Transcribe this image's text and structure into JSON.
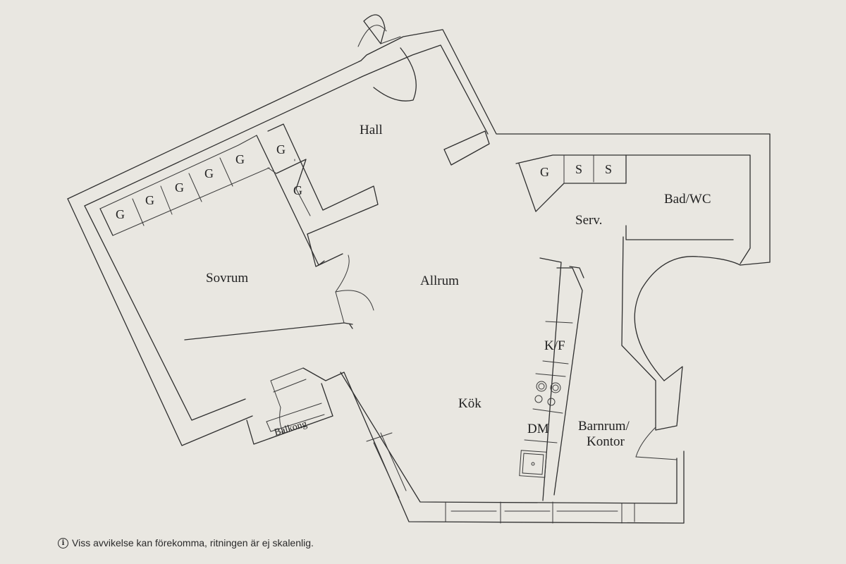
{
  "rooms": {
    "hall": "Hall",
    "sovrum": "Sovrum",
    "allrum": "Allrum",
    "kok": "Kök",
    "serv": "Serv.",
    "bad_wc": "Bad/WC",
    "barnrum_line1": "Barnrum/",
    "barnrum_line2": "Kontor",
    "balkong": "Balkong"
  },
  "fixtures": {
    "garderob": "G",
    "skap": "S",
    "kyl_frys": "K/F",
    "diskmaskin": "DM"
  },
  "disclaimer": {
    "icon": "info-icon",
    "text": "Viss avvikelse kan förekomma, ritningen är ej skalenlig."
  }
}
